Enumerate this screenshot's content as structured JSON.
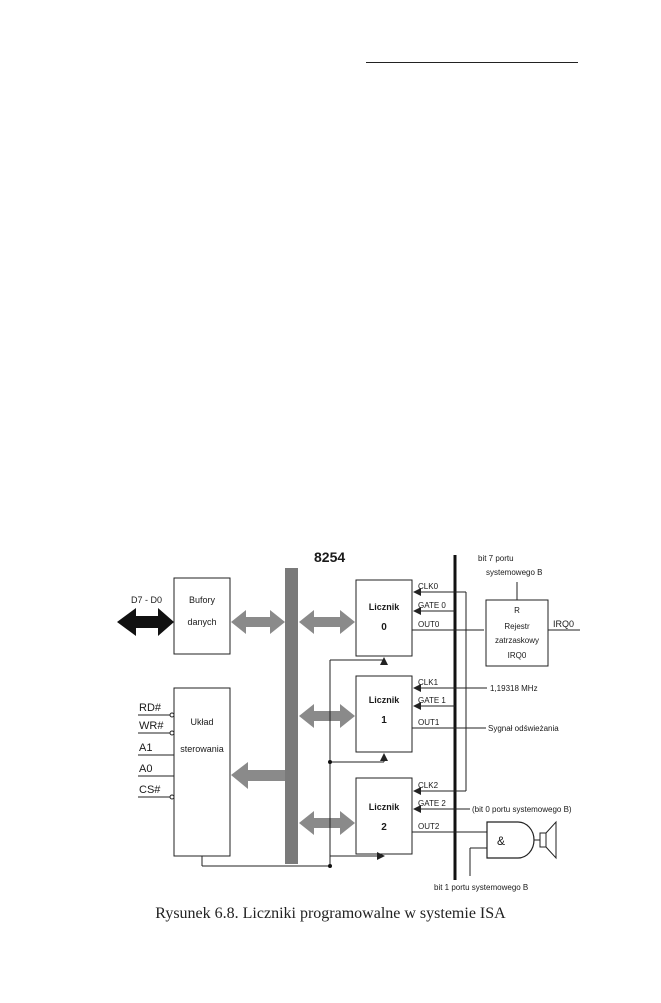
{
  "diagram": {
    "chip_title": "8254",
    "data_bus_label": "D7 - D0",
    "buffers": {
      "line1": "Bufory",
      "line2": "danych"
    },
    "control": {
      "line1": "Układ",
      "line2": "sterowania"
    },
    "control_signals": [
      "RD#",
      "WR#",
      "A1",
      "A0",
      "CS#"
    ],
    "counters": [
      {
        "title": "Licznik",
        "number": "0",
        "clk": "CLK0",
        "gate": "GATE 0",
        "out": "OUT0"
      },
      {
        "title": "Licznik",
        "number": "1",
        "clk": "CLK1",
        "gate": "GATE 1",
        "out": "OUT1"
      },
      {
        "title": "Licznik",
        "number": "2",
        "clk": "CLK2",
        "gate": "GATE 2",
        "out": "OUT2"
      }
    ],
    "latch": {
      "line1": "R",
      "line2": "Rejestr",
      "line3": "zatrzaskowy",
      "line4": "IRQ0"
    },
    "irq_label": "IRQ0",
    "bit7_label_line1": "bit 7 portu",
    "bit7_label_line2": "systemowego B",
    "clock_label": "1,19318 MHz",
    "refresh_label": "Sygnał odświeżania",
    "bit0_label": "(bit 0 portu systemowego B)",
    "and_gate_label": "&",
    "bit1_label": "bit 1 portu systemowego B"
  },
  "caption": "Rysunek 6.8. Liczniki programowalne w systemie ISA"
}
